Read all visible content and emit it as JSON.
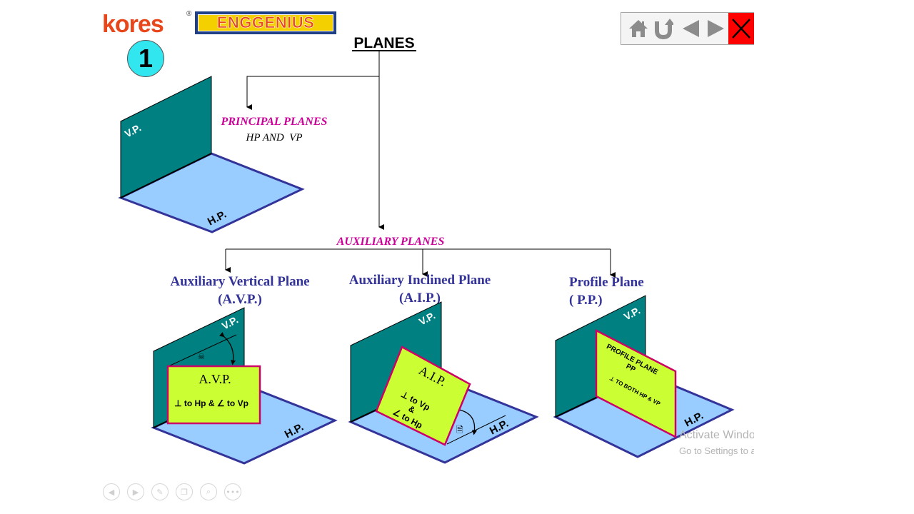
{
  "logo": {
    "brand": "kores",
    "registered": "®",
    "product": "ENGGENIUS"
  },
  "slide_number": "1",
  "nav": {
    "home": "home-icon",
    "return": "return-icon",
    "previous": "previous-icon",
    "next": "next-icon",
    "close": "close-icon"
  },
  "title": "PLANES",
  "principal": {
    "heading": "PRINCIPAL PLANES",
    "subheading": "HP AND  VP",
    "vp_label": "V.P.",
    "hp_label": "H.P."
  },
  "auxiliary": {
    "heading": "AUXILIARY PLANES"
  },
  "avp": {
    "title": "Auxiliary Vertical Plane",
    "abbr": "(A.V.P.)",
    "vp_label": "V.P.",
    "hp_label": "H.P.",
    "plane_label": "A.V.P.",
    "relation": "⊥ to Hp & ∠ to Vp",
    "angle_symbol": "☠"
  },
  "aip": {
    "title": "Auxiliary Inclined Plane",
    "abbr": "(A.I.P.)",
    "vp_label": "V.P.",
    "hp_label": "H.P.",
    "plane_label": "A.I.P.",
    "relation_line1": "⊥ to Vp",
    "relation_line2": "&",
    "relation_line3": "∠ to Hp",
    "angle_symbol": "🗎"
  },
  "pp": {
    "title": "Profile Plane",
    "abbr": "( P.P.)",
    "vp_label": "V.P.",
    "hp_label": "H.P.",
    "plane_label_line1": "PROFILE PLANE",
    "plane_label_line2": "PP",
    "relation": "⊥ TO BOTH HP & VP"
  },
  "watermark": {
    "line1": "Activate Windows",
    "line2": "Go to Settings to activate Windows."
  },
  "bottom_controls": [
    "previous-slide-icon",
    "next-slide-icon",
    "pen-icon",
    "slides-icon",
    "zoom-icon",
    "more-icon"
  ],
  "colors": {
    "vp_fill": "#008080",
    "hp_fill": "#99ccff",
    "plane_fill": "#ccff33",
    "plane_border": "#cc0066",
    "edge": "#333399",
    "heading_magenta": "#cc0099",
    "title_navy": "#333399",
    "close_red": "#ff0000",
    "nav_gray": "#8c8c8c"
  }
}
